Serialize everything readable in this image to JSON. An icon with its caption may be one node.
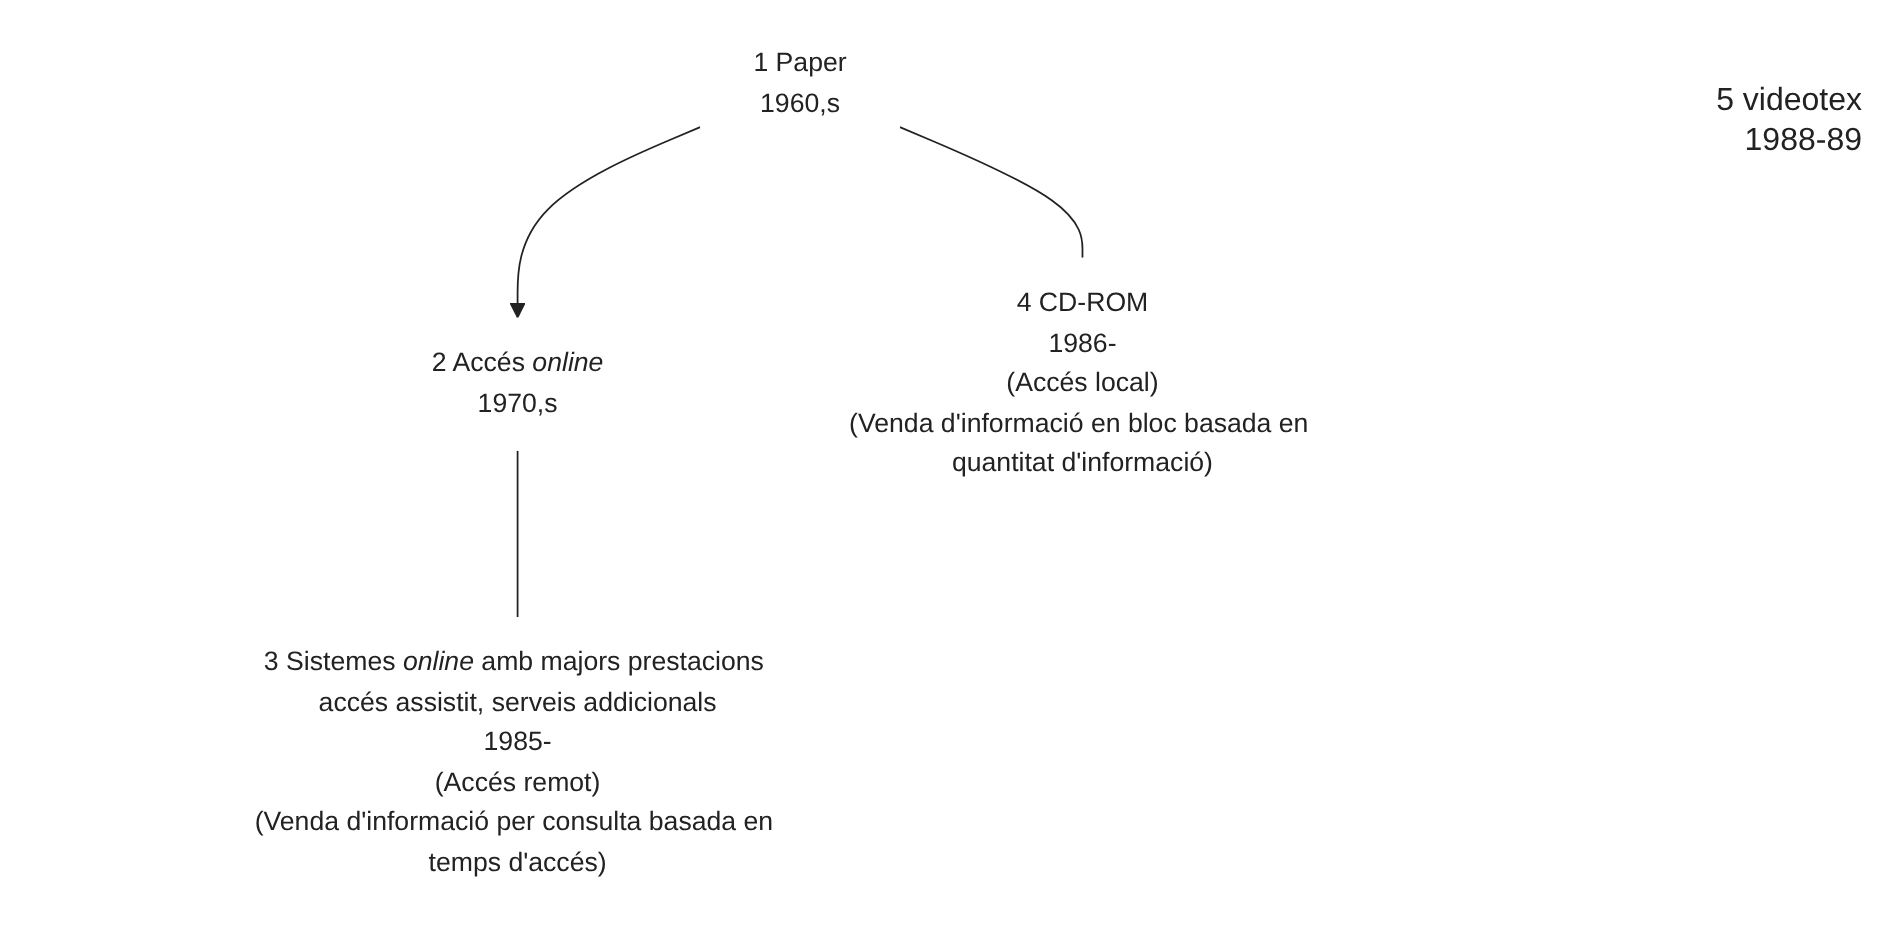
{
  "diagram": {
    "nodes": [
      {
        "text": [
          "1 Paper",
          "1960,s"
        ]
      },
      {
        "text": [
          "2 Accés *online*",
          "1970,s"
        ]
      },
      {
        "text": [
          "4 CD-ROM",
          "1986-",
          "(Accés local)",
          "(Venda d'informació en bloc basada en quantitat d'informació)"
        ]
      },
      {
        "text": [
          "3 Sistemes *online* amb majors prestacions accés assistit, serveis addicionals",
          "1985-",
          "(Accés remot)",
          "(Venda d'informació per consulta basada en temps d'accés)"
        ]
      }
    ],
    "edges": [
      {
        "from": 0,
        "to": 1,
        "arrow": "to"
      },
      {
        "from": 0,
        "to": 2,
        "arrow": "none"
      },
      {
        "from": 1,
        "to": 3,
        "arrow": "none"
      }
    ],
    "labels": [
      "5 videotex",
      "1988-89"
    ]
  }
}
